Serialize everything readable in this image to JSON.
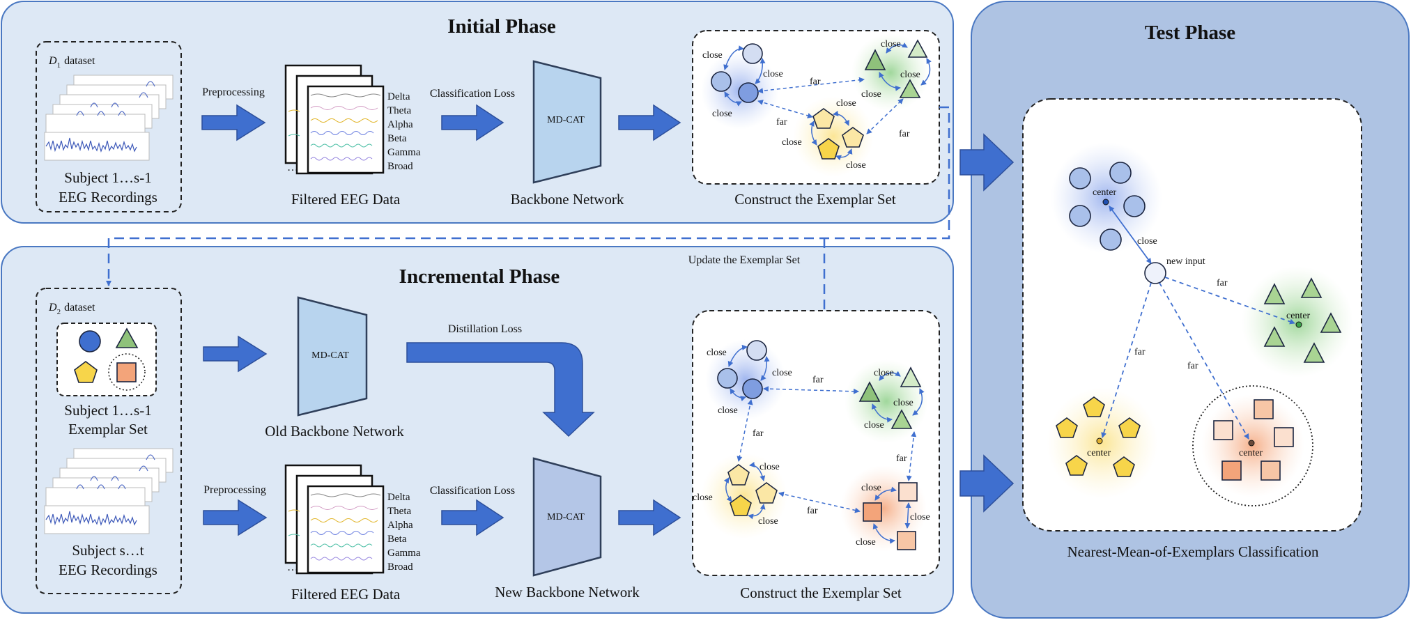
{
  "initial": {
    "title": "Initial Phase",
    "dataset_sym": "D",
    "dataset_sub": "1",
    "dataset_word": "dataset",
    "subject_line1": "Subject 1…s-1",
    "subject_line2": "EEG Recordings",
    "preprocessing": "Preprocessing",
    "classification_loss": "Classification Loss",
    "filtered": "Filtered EEG Data",
    "model": "MD-CAT",
    "backbone": "Backbone Network",
    "exemplar": "Construct the Exemplar Set",
    "dots": "…"
  },
  "bands": [
    "Delta",
    "Theta",
    "Alpha",
    "Beta",
    "Gamma",
    "Broad"
  ],
  "update_label": "Update the Exemplar Set",
  "incremental": {
    "title": "Incremental Phase",
    "dataset_sym": "D",
    "dataset_sub": "2",
    "dataset_word": "dataset",
    "exemplar_line1": "Subject 1…s-1",
    "exemplar_line2": "Exemplar Set",
    "old_model": "MD-CAT",
    "old_backbone": "Old Backbone Network",
    "distillation": "Distillation Loss",
    "subject_line1": "Subject s…t",
    "subject_line2": "EEG Recordings",
    "preprocessing": "Preprocessing",
    "classification_loss": "Classification Loss",
    "filtered": "Filtered EEG Data",
    "new_model": "MD-CAT",
    "new_backbone": "New Backbone Network",
    "exemplar": "Construct the Exemplar Set",
    "dots": "…"
  },
  "test": {
    "title": "Test Phase",
    "center": "center",
    "new_input": "new input",
    "close": "close",
    "far": "far",
    "caption": "Nearest-Mean-of-Exemplars Classification"
  },
  "relations": {
    "close": "close",
    "far": "far"
  },
  "colors": {
    "phase_fill": "#dde8f5",
    "test_fill": "#aec3e3",
    "border": "#4a78c2",
    "arrow": "#3f6fcf",
    "blue_class": "#a9c0ea",
    "green_class": "#8fc27b",
    "yellow_class": "#f7d54a",
    "orange_class": "#f3a47a"
  },
  "icons": [
    "circle-class",
    "triangle-class",
    "pentagon-class",
    "square-class",
    "block-arrow",
    "trapezoid-network",
    "eeg-waveform"
  ]
}
